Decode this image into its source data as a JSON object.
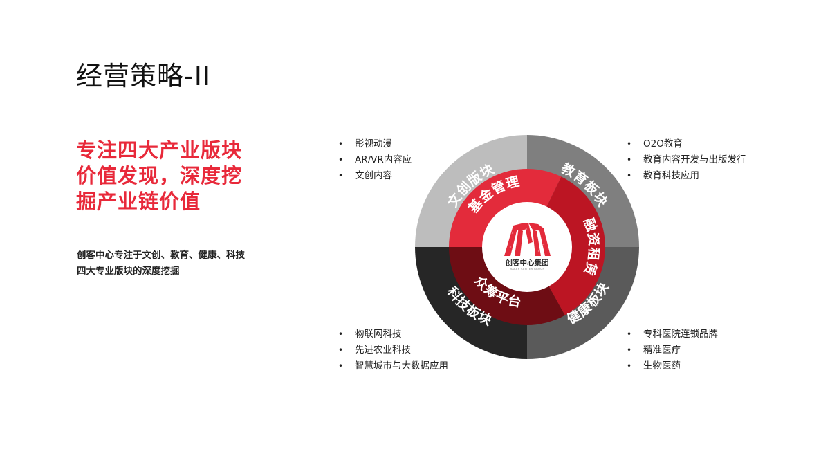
{
  "slide": {
    "title": "经营策略-II",
    "headline_lines": [
      "专注四大产业版块",
      "价值发现，深度挖",
      "掘产业链价值"
    ],
    "description_lines": [
      "创客中心专注于文创、教育、健康、科技",
      "四大专业版块的深度挖掘"
    ]
  },
  "colors": {
    "accent_red": "#E8293A",
    "outer_wenchuang": "#BDBDBD",
    "outer_jiaoyu": "#7F7F7F",
    "outer_jiankang": "#5A5A5A",
    "outer_keji": "#262626",
    "inner_jijin": "#E32B3B",
    "inner_rongzi": "#BC1523",
    "inner_zhongchou": "#6E0D14"
  },
  "wheel": {
    "outer_segments": [
      {
        "id": "wenchuang",
        "label": "文创版块"
      },
      {
        "id": "jiaoyu",
        "label": "教育板块"
      },
      {
        "id": "jiankang",
        "label": "健康板块"
      },
      {
        "id": "keji",
        "label": "科技板块"
      }
    ],
    "inner_segments": [
      {
        "id": "jijin",
        "label": "基金管理"
      },
      {
        "id": "rongzi",
        "label": "融资租赁"
      },
      {
        "id": "zhongchou",
        "label": "众筹平台"
      }
    ],
    "center_logo": {
      "icon": "m-mosaic-logo-icon",
      "name": "创客中心集团",
      "subtitle": "MAKER CENTER GROUP"
    }
  },
  "bullet_groups": {
    "wenchuang": [
      "影视动漫",
      "AR/VR内容应",
      "文创内容"
    ],
    "jiaoyu": [
      "O2O教育",
      "教育内容开发与出版发行",
      "教育科技应用"
    ],
    "keji": [
      "物联网科技",
      "先进农业科技",
      "智慧城市与大数据应用"
    ],
    "jiankang": [
      "专科医院连锁品牌",
      "精准医疗",
      "生物医药"
    ]
  }
}
